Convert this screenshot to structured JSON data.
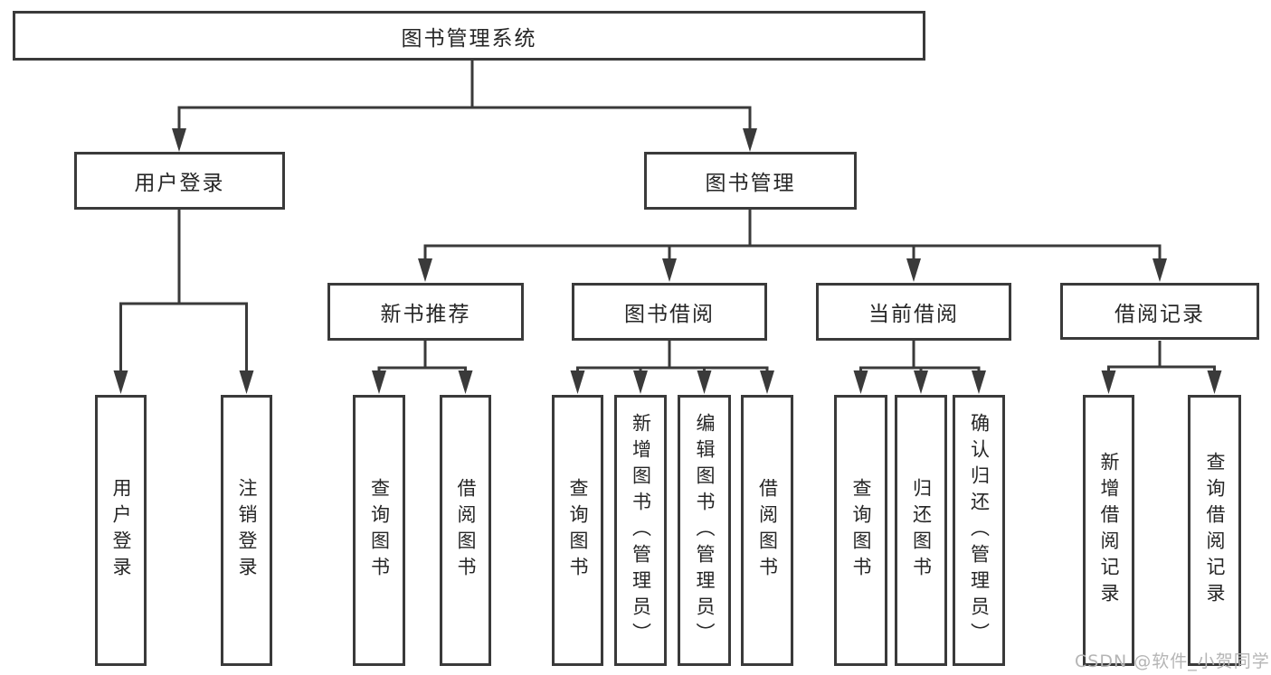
{
  "colors": {
    "line": "#3a3a3a",
    "text": "#262626",
    "background": "#ffffff",
    "watermark": "#b5b5b5"
  },
  "tree": {
    "root": {
      "label": "图书管理系统"
    },
    "branches": [
      {
        "label": "用户登录",
        "leaves": [
          "用户登录",
          "注销登录"
        ]
      },
      {
        "label": "图书管理",
        "groups": [
          {
            "label": "新书推荐",
            "leaves": [
              "查询图书",
              "借阅图书"
            ]
          },
          {
            "label": "图书借阅",
            "leaves": [
              "查询图书",
              "新增图书（管理员）",
              "编辑图书（管理员）",
              "借阅图书"
            ]
          },
          {
            "label": "当前借阅",
            "leaves": [
              "查询图书",
              "归还图书",
              "确认归还（管理员）"
            ]
          },
          {
            "label": "借阅记录",
            "leaves": [
              "新增借阅记录",
              "查询借阅记录"
            ]
          }
        ]
      }
    ]
  },
  "watermark": {
    "text": "CSDN @软件_小贺同学"
  }
}
